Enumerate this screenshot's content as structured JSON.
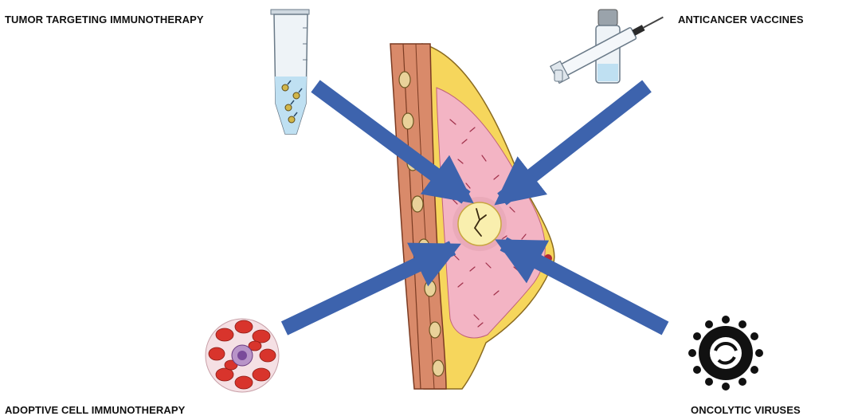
{
  "labels": {
    "tumor_targeting": "TUMOR TARGETING IMMUNOTHERAPY",
    "anticancer_vaccines": "ANTICANCER VACCINES",
    "adoptive_cell": "ADOPTIVE CELL IMMUNOTHERAPY",
    "oncolytic_viruses": "ONCOLYTIC VIRUSES"
  },
  "colors": {
    "arrow": "#3d63ad",
    "skin": "#f6d65c",
    "muscle": "#d98a6a",
    "tissue": "#f3b4c4",
    "tumor": "#f9efae",
    "blood_cell": "#d8342c",
    "virus": "#111111"
  },
  "icons": [
    "test-tube-icon",
    "syringe-vial-icon",
    "blood-cells-icon",
    "virus-icon"
  ]
}
